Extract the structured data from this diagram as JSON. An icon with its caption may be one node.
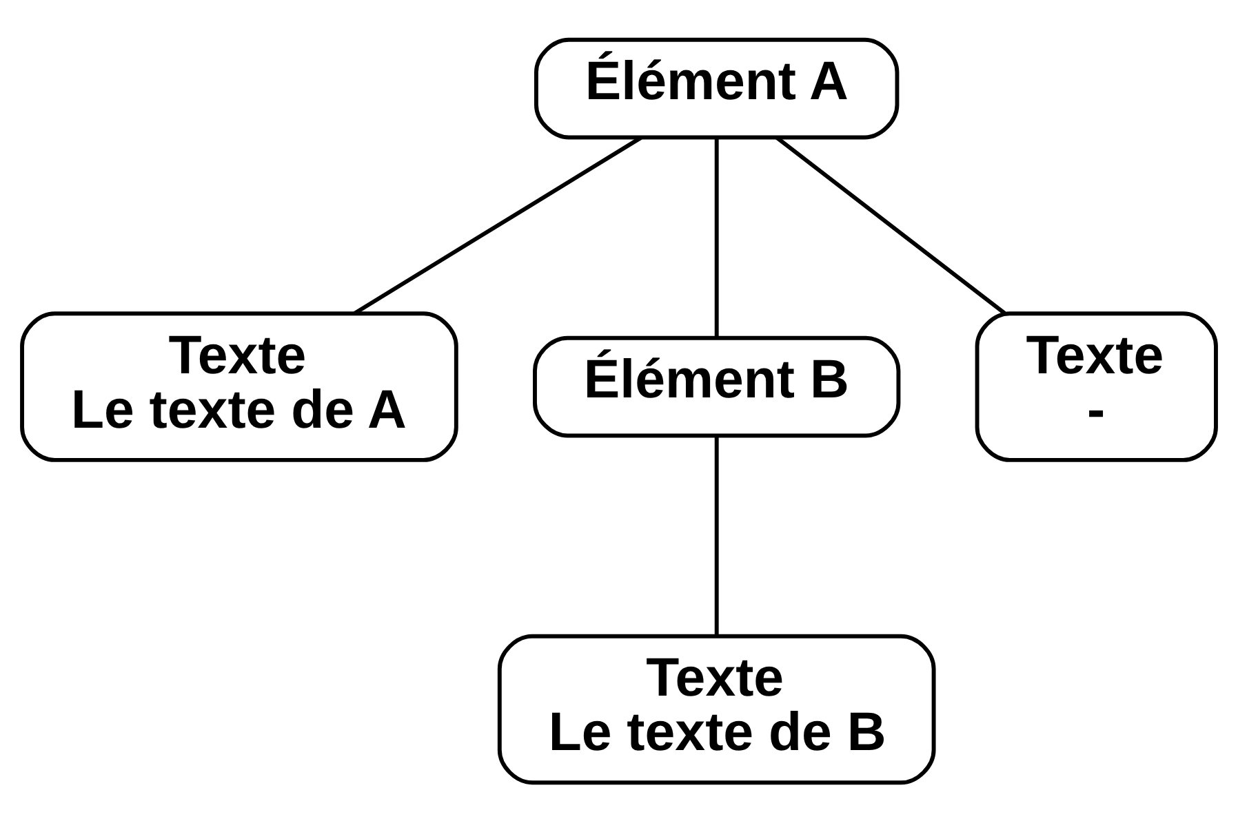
{
  "diagram": {
    "nodes": [
      {
        "text": [
          "Élément A"
        ]
      },
      {
        "text": [
          "Texte",
          "Le texte de A"
        ]
      },
      {
        "text": [
          "Élément B"
        ]
      },
      {
        "text": [
          "Texte",
          "-"
        ]
      },
      {
        "text": [
          "Texte",
          "Le texte de B"
        ]
      }
    ],
    "edges": [
      {
        "from": 0,
        "to": 1,
        "arrow": "none"
      },
      {
        "from": 0,
        "to": 2,
        "arrow": "none"
      },
      {
        "from": 0,
        "to": 3,
        "arrow": "none"
      },
      {
        "from": 2,
        "to": 4,
        "arrow": "none"
      }
    ]
  }
}
